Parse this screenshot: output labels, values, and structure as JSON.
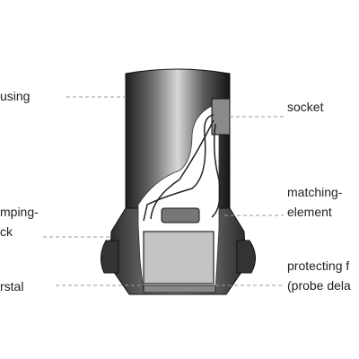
{
  "labels": {
    "housing": "using",
    "socket": "socket",
    "matching": [
      "matching-",
      "element"
    ],
    "damping": [
      "mping-",
      "ck"
    ],
    "crystal": "rstal",
    "protecting": [
      "protecting f",
      "(probe dela"
    ]
  },
  "colors": {
    "text": "#222222",
    "leader": "#9a9a9a",
    "housing_dark": "#2a2a2a",
    "housing_light": "#d8d8d8",
    "block_fill": "#c4c4c4"
  }
}
